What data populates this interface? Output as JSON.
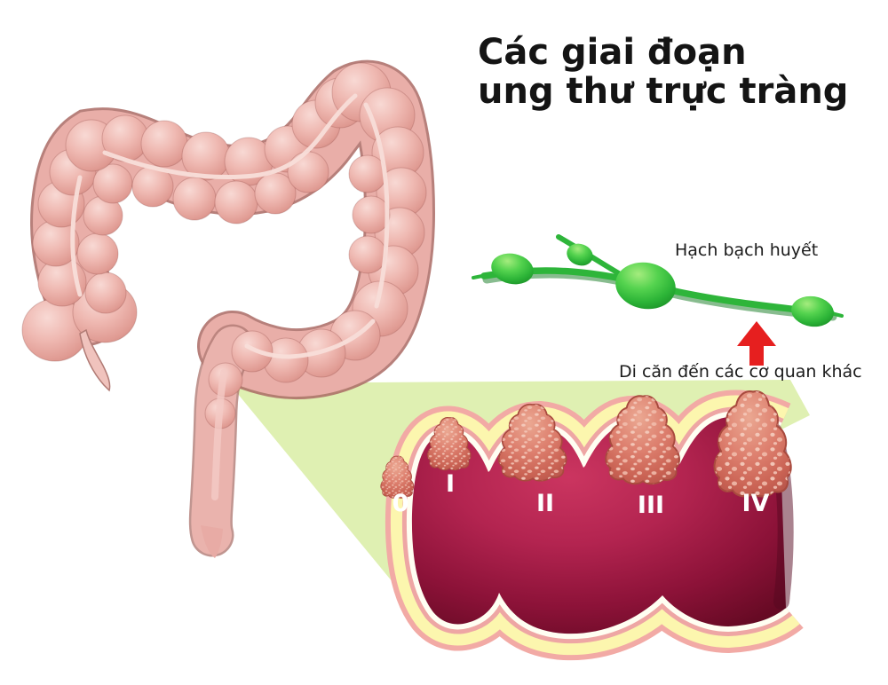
{
  "title": {
    "line1": "Các giai đoạn",
    "line2": "ung thư trực tràng"
  },
  "annotations": {
    "lymph_node": "Hạch bạch huyết",
    "metastasis": "Di căn đến các cơ quan khác"
  },
  "stages": [
    {
      "label": "0"
    },
    {
      "label": "I"
    },
    {
      "label": "II"
    },
    {
      "label": "III"
    },
    {
      "label": "IV"
    }
  ],
  "colors": {
    "background": "#ffffff",
    "title_text": "#141414",
    "annotation_text": "#1b1b1b",
    "stage_label_text": "#ffffff",
    "colon_pink": "#ecb2ac",
    "wedge_green": "#dff0b2",
    "wall_border_pink": "#f2aaa5",
    "wall_submucosa_yellow": "#fcf6ae",
    "wall_inner_lining_white": "#fffef2",
    "lumen_red": "#a01940",
    "tumor_salmon": "#dc8172",
    "lymph_green": "#2eb53a",
    "arrow_red": "#e61f1f"
  }
}
